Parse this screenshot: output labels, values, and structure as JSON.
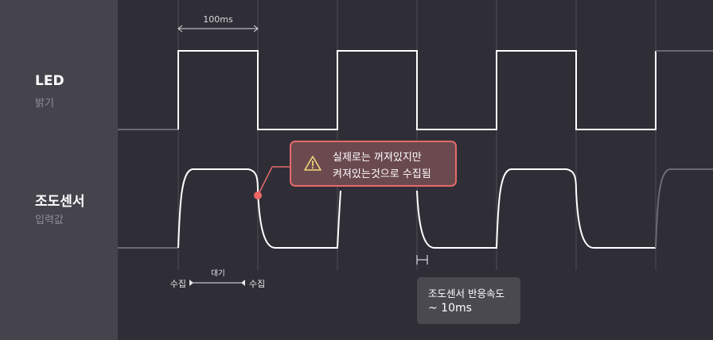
{
  "led": {
    "title": "LED",
    "subtitle": "밝기"
  },
  "sensor": {
    "title": "조도센서",
    "subtitle": "입력값"
  },
  "period": {
    "label": "100ms"
  },
  "callout": {
    "line1": "실제로는 꺼져있지만",
    "line2": "켜져있는것으로 수집됨",
    "icon": "warning-icon"
  },
  "collect": {
    "left_label": "수집",
    "right_label": "수집",
    "wait_label": "대기"
  },
  "info_box": {
    "line1": "조도센서 반응속도",
    "line2": "~ 10ms"
  },
  "colors": {
    "background": "#2f2e37",
    "sidebar": "#45444c",
    "signal": "#ffffff",
    "signal_dim": "#6b6a72",
    "marker": "#f06666",
    "callout_border": "#e46a6a",
    "callout_fill": "#6b4a4f",
    "warning_icon": "#f1d77a"
  }
}
